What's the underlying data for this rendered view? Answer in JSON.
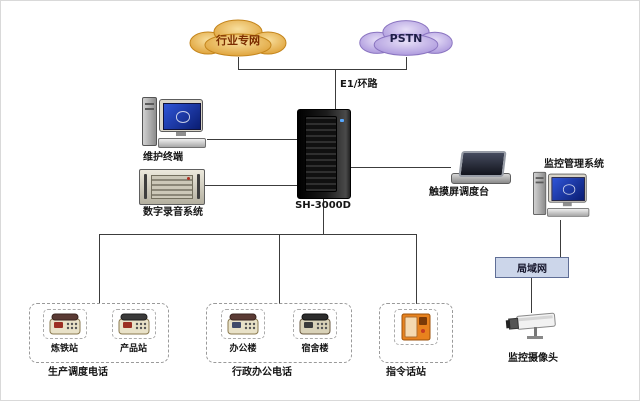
{
  "diagram": {
    "clouds": {
      "industry": {
        "label": "行业专网",
        "icon": "network-cloud-icon"
      },
      "pstn": {
        "label": "PSTN",
        "icon": "network-cloud-icon"
      }
    },
    "trunk_label": "E1/环路",
    "server": {
      "label": "SH-3000D",
      "icon": "server-cabinet-icon"
    },
    "nodes": {
      "maintenance_terminal": {
        "label": "维护终端",
        "icon": "desktop-computer-icon"
      },
      "recorder": {
        "label": "数字录音系统",
        "icon": "rack-recorder-icon"
      },
      "touch_console": {
        "label": "触摸屏调度台",
        "icon": "touchscreen-console-icon"
      },
      "monitor_system": {
        "label": "监控管理系统",
        "icon": "desktop-computer-icon"
      },
      "lan": {
        "label": "局域网"
      },
      "camera": {
        "label": "监控摄像头",
        "icon": "cctv-camera-icon"
      }
    },
    "groups": [
      {
        "title": "生产调度电话",
        "items": [
          {
            "label": "炼铁站",
            "icon": "desk-phone-icon"
          },
          {
            "label": "产品站",
            "icon": "desk-phone-icon"
          }
        ]
      },
      {
        "title": "行政办公电话",
        "items": [
          {
            "label": "办公楼",
            "icon": "desk-phone-icon"
          },
          {
            "label": "宿舍楼",
            "icon": "desk-phone-icon"
          }
        ]
      },
      {
        "title": "指令话站",
        "items": [
          {
            "label": "",
            "icon": "command-station-icon"
          }
        ]
      }
    ],
    "colors": {
      "industry_cloud": "#e3a42e",
      "pstn_cloud": "#b2a0e0",
      "lan_box": "#ccd6ea",
      "command_station": "#e8821e",
      "connector_line": "#3c3c3c"
    }
  }
}
